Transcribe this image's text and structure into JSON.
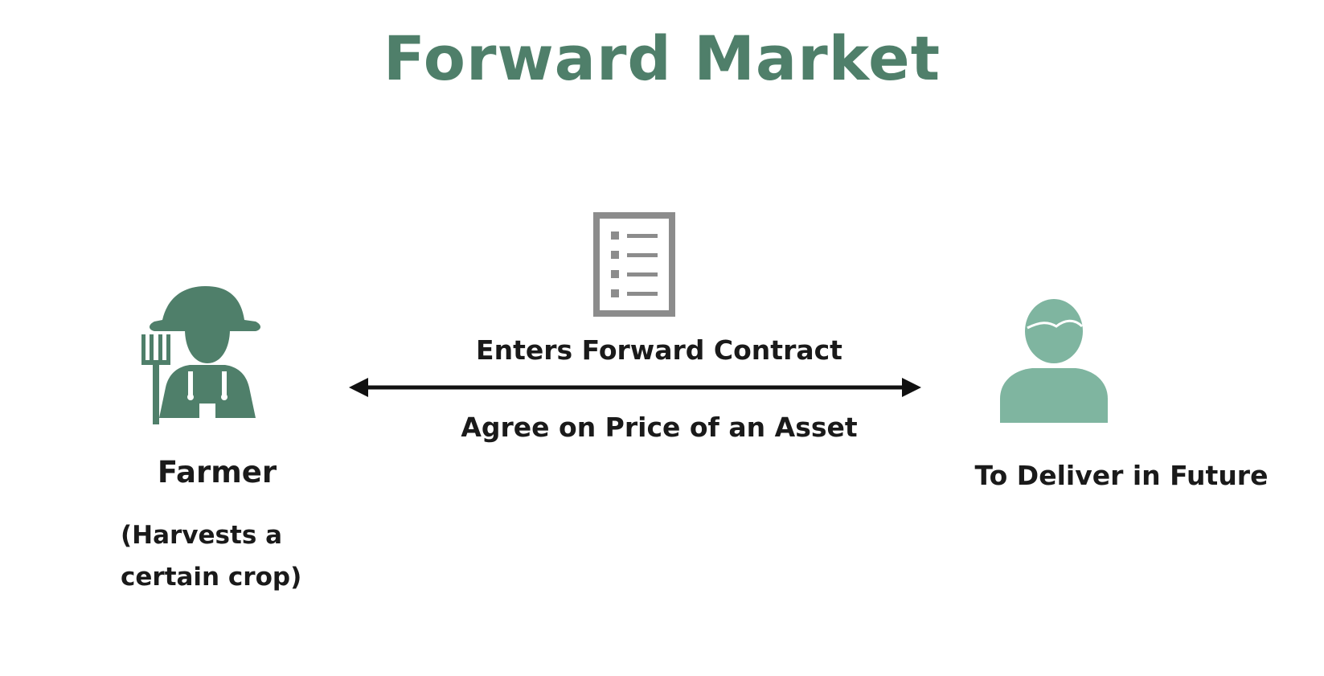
{
  "diagram": {
    "title": "Forward Market",
    "contract_text": "Enters Forward Contract",
    "agreement_text": "Agree on Price of an Asset",
    "farmer": {
      "name": "Farmer",
      "note": "(Harvests a certain crop)"
    },
    "buyer": {
      "label": "To Deliver in Future"
    },
    "icons": {
      "farmer": "farmer-icon",
      "contract": "contract-document-icon",
      "buyer": "person-icon",
      "arrow": "double-headed-arrow"
    },
    "colors": {
      "title": "#4f7f6a",
      "farmer": "#4f7f6a",
      "buyer": "#7fb5a0",
      "document": "#8c8c8c",
      "arrow": "#111111"
    }
  }
}
